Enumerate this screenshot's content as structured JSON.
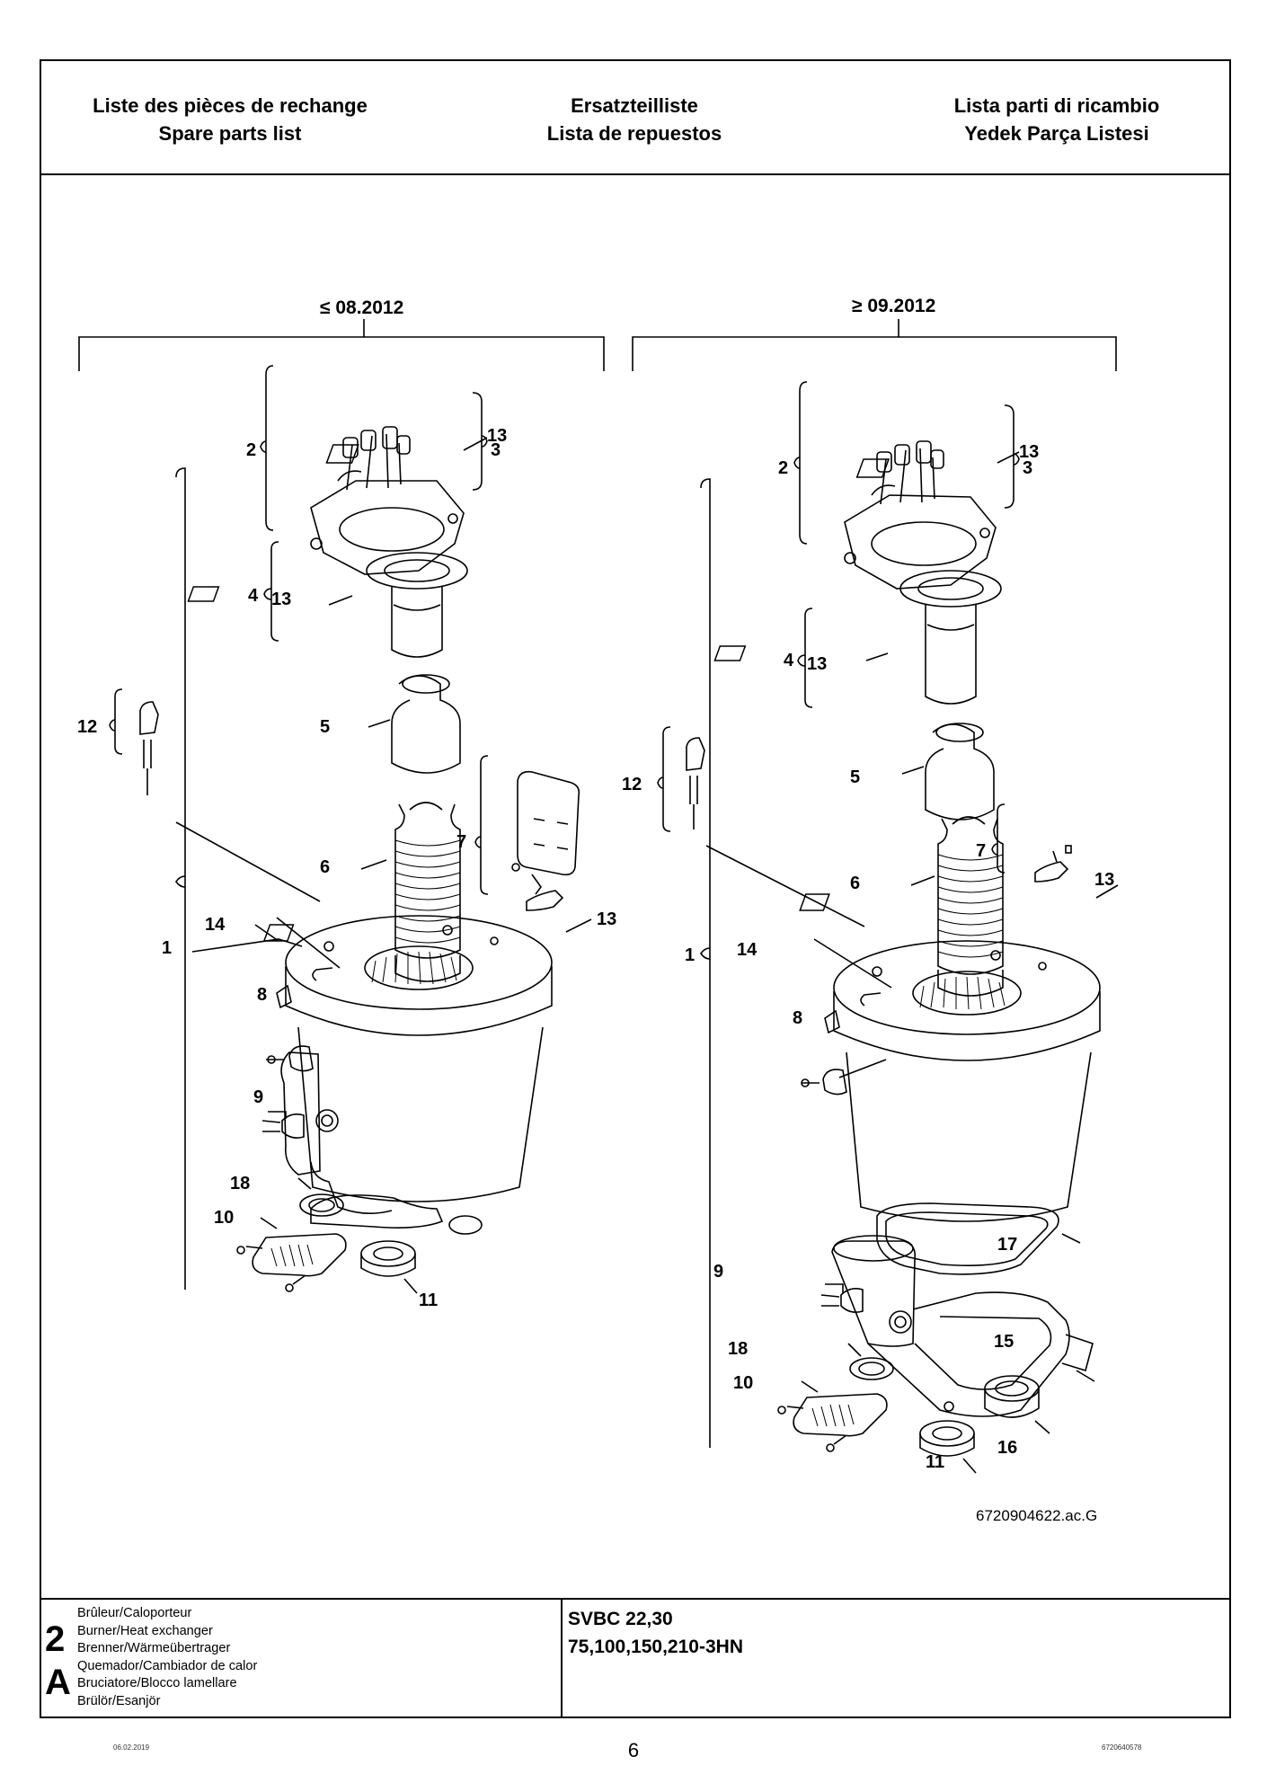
{
  "header": {
    "col1": [
      "Liste des pièces de rechange",
      "Spare parts list"
    ],
    "col2": [
      "Ersatzteilliste",
      "Lista de repuestos"
    ],
    "col3": [
      "Lista parti di ricambio",
      "Yedek Parça Listesi"
    ]
  },
  "drawing": {
    "left_date": "≤ 08.2012",
    "right_date": "≥ 09.2012",
    "reference": "6720904622.ac.G",
    "left_labels": [
      "2",
      "3",
      "13",
      "4",
      "13",
      "12",
      "5",
      "7",
      "6",
      "13",
      "14",
      "1",
      "8",
      "9",
      "18",
      "10",
      "11"
    ],
    "right_labels": [
      "2",
      "3",
      "13",
      "4",
      "13",
      "12",
      "5",
      "6",
      "7",
      "13",
      "14",
      "1",
      "8",
      "17",
      "9",
      "18",
      "15",
      "10",
      "16",
      "11"
    ]
  },
  "footer": {
    "section_number": "2",
    "section_letter": "A",
    "descriptions": [
      "Brûleur/Caloporteur",
      "Burner/Heat exchanger",
      "Brenner/Wärmeübertrager",
      "Quemador/Cambiador de calor",
      "Bruciatore/Blocco lamellare",
      "Brülör/Esanjör"
    ],
    "model_line1": "SVBC 22,30",
    "model_line2": "75,100,150,210-3HN"
  },
  "date": "06.02.2019",
  "doc_code": "6720640578",
  "page_number": "6"
}
